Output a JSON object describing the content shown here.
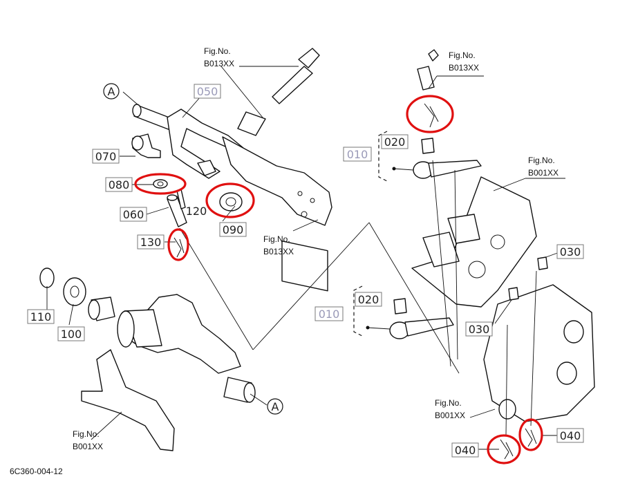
{
  "drawing_code": "6C360-004-12",
  "ref_mark": "A",
  "figure_refs": [
    {
      "line1": "Fig.No.",
      "line2": "B013XX"
    },
    {
      "line1": "Fig.No.",
      "line2": "B013XX"
    },
    {
      "line1": "Fig.No.",
      "line2": "B013XX"
    },
    {
      "line1": "Fig.No.",
      "line2": "B001XX"
    },
    {
      "line1": "Fig.No.",
      "line2": "B001XX"
    },
    {
      "line1": "Fig.No.",
      "line2": "B001XX"
    }
  ],
  "part_labels": {
    "p050": "050",
    "p070": "070",
    "p080": "080",
    "p060": "060",
    "p120": "120",
    "p090": "090",
    "p130": "130",
    "p110": "110",
    "p100": "100",
    "p010a": "010",
    "p020a": "020",
    "p030a": "030",
    "p010b": "010",
    "p020b": "020",
    "p030b": "030",
    "p040a": "040",
    "p040b": "040"
  },
  "highlight_color": "#e01010"
}
